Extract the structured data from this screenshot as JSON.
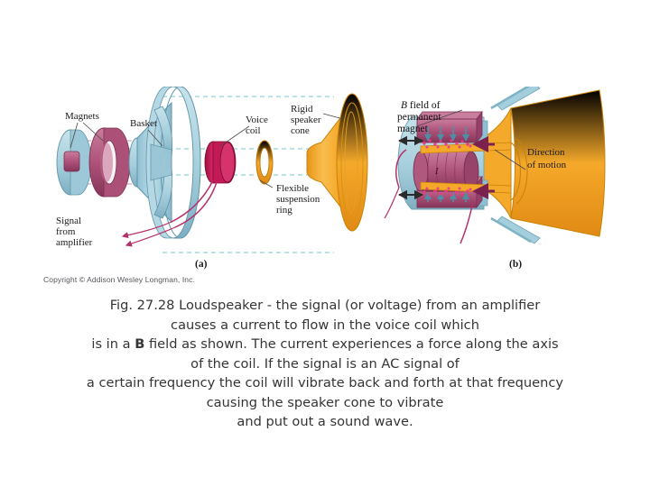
{
  "figure": {
    "panel_a": {
      "panel_label": "(a)",
      "labels": {
        "magnets": "Magnets",
        "basket": "Basket",
        "voice_coil_line1": "Voice",
        "voice_coil_line2": "coil",
        "rigid_cone_line1": "Rigid",
        "rigid_cone_line2": "speaker",
        "rigid_cone_line3": "cone",
        "flexible_line1": "Flexible",
        "flexible_line2": "suspension",
        "flexible_line3": "ring",
        "signal_line1": "Signal",
        "signal_line2": "from",
        "signal_line3": "amplifier"
      }
    },
    "panel_b": {
      "panel_label": "(b)",
      "labels": {
        "bfield_italic": "B",
        "bfield_line1_rest": " field of",
        "bfield_line2": "permanent",
        "bfield_line3": "magnet",
        "direction_line1": "Direction",
        "direction_line2": "of motion",
        "current_symbol": "I"
      }
    },
    "copyright": "Copyright © Addison Wesley Longman, Inc."
  },
  "caption": {
    "line1": "Fig. 27.28 Loudspeaker - the signal (or voltage) from an amplifier",
    "line2": "causes a current to flow in the voice coil which",
    "line3_pre": "is in a ",
    "line3_bold": "B",
    "line3_post": " field as shown. The current experiences a force along the axis",
    "line4": "of the coil. If the signal is an AC signal of",
    "line5": "a certain frequency the coil will vibrate back and forth at that frequency",
    "line6": "causing the speaker cone to vibrate",
    "line7": "and put out a sound wave."
  },
  "colors": {
    "cone_gold": "#F5A92A",
    "cone_gold_dark": "#E08A14",
    "cone_gold_light": "#FBC65C",
    "basket_teal": "#A5CEDC",
    "basket_teal_dark": "#7BAEC0",
    "basket_teal_light": "#C2E0E9",
    "magnet_magenta": "#B5567E",
    "magnet_magenta_dark": "#8E3A60",
    "magnet_magenta_light": "#CE7C9C",
    "voice_coil_crimson": "#C21A56",
    "dash_teal": "#79C6CD",
    "dash_pink": "#D98FB4",
    "wire_magenta": "#B5316B",
    "text_dark": "#1B1B1B",
    "caption_text": "#353535",
    "copyright_gray": "#55585C",
    "background": "#FFFFFF"
  }
}
